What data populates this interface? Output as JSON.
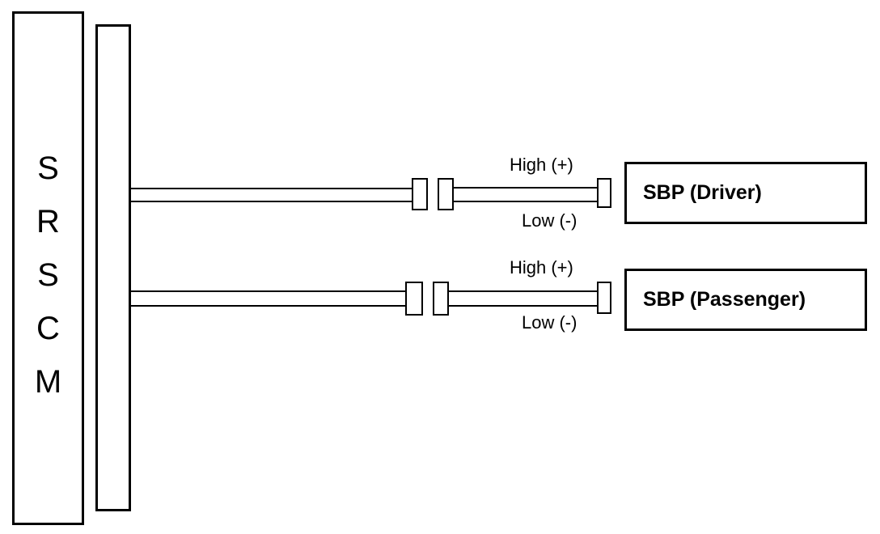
{
  "module": {
    "letters": [
      "S",
      "R",
      "S",
      "C",
      "M"
    ]
  },
  "circuits": [
    {
      "high_label": "High (+)",
      "low_label": "Low (-)",
      "target_label": "SBP (Driver)"
    },
    {
      "high_label": "High (+)",
      "low_label": "Low (-)",
      "target_label": "SBP (Passenger)"
    }
  ]
}
